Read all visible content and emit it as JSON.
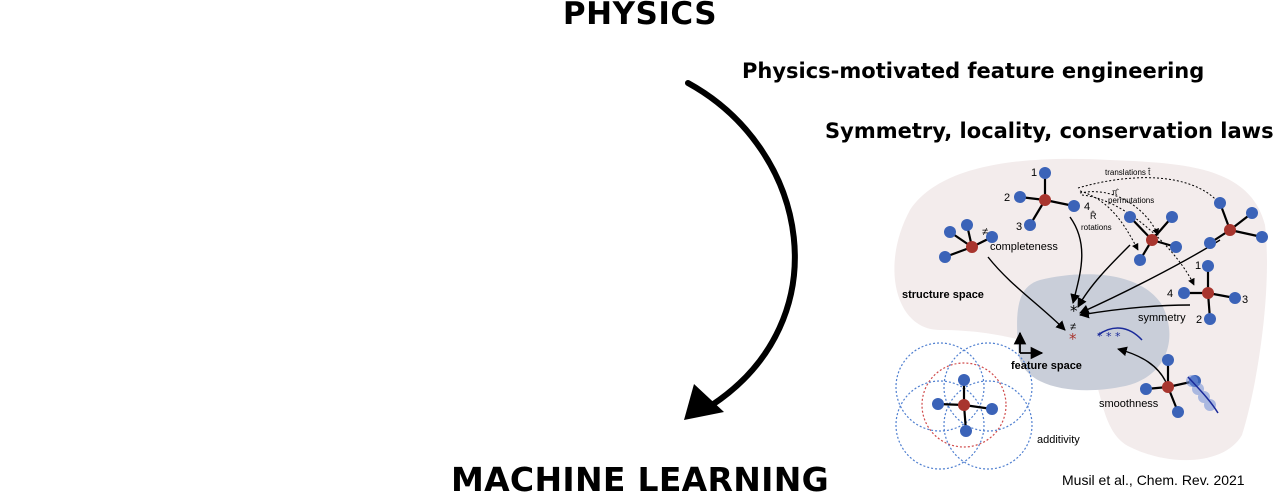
{
  "top_label": "PHYSICS",
  "bottom_label": "MACHINE LEARNING",
  "subtitle_1": "Physics-motivated feature engineering",
  "subtitle_2": "Symmetry, locality, conservation laws",
  "citation": "Musil et al., Chem. Rev. 2021",
  "figure": {
    "structure_space": "structure space",
    "feature_space": "feature space",
    "completeness": "completeness",
    "not_equal": "≠",
    "translations": "translations t̂",
    "permutations": "permutations",
    "pi_hat": "π̂",
    "r_hat": "R̂",
    "rotations": "rotations",
    "symmetry": "symmetry",
    "smoothness": "smoothness",
    "additivity": "additivity",
    "idx_1": "1",
    "idx_2": "2",
    "idx_3": "3",
    "idx_4": "4"
  },
  "colors": {
    "structure_blob": "#f3ecec",
    "feature_blob": "#c9ced9",
    "atom_blue": "#3b63b8",
    "atom_red": "#a8352e",
    "ring_blue": "#4f7fd0",
    "ring_red": "#d04a4a",
    "curve_blue": "#1a2a9a"
  }
}
